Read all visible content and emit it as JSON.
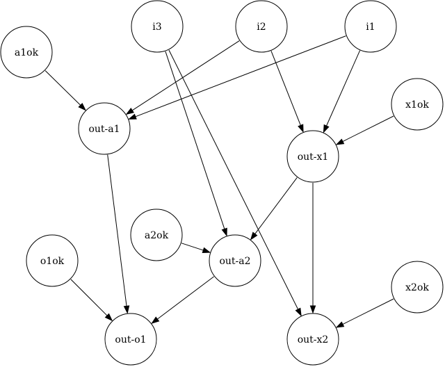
{
  "graph": {
    "nodes": [
      {
        "id": "a1ok",
        "label": "a1ok"
      },
      {
        "id": "i3",
        "label": "i3"
      },
      {
        "id": "i2",
        "label": "i2"
      },
      {
        "id": "i1",
        "label": "i1"
      },
      {
        "id": "x1ok",
        "label": "x1ok"
      },
      {
        "id": "out-a1",
        "label": "out-a1"
      },
      {
        "id": "out-x1",
        "label": "out-x1"
      },
      {
        "id": "a2ok",
        "label": "a2ok"
      },
      {
        "id": "out-a2",
        "label": "out-a2"
      },
      {
        "id": "o1ok",
        "label": "o1ok"
      },
      {
        "id": "x2ok",
        "label": "x2ok"
      },
      {
        "id": "out-o1",
        "label": "out-o1"
      },
      {
        "id": "out-x2",
        "label": "out-x2"
      }
    ],
    "edges": [
      {
        "from": "a1ok",
        "to": "out-a1"
      },
      {
        "from": "i2",
        "to": "out-a1"
      },
      {
        "from": "i1",
        "to": "out-a1"
      },
      {
        "from": "i2",
        "to": "out-x1"
      },
      {
        "from": "i1",
        "to": "out-x1"
      },
      {
        "from": "x1ok",
        "to": "out-x1"
      },
      {
        "from": "i3",
        "to": "out-a2"
      },
      {
        "from": "i3",
        "to": "out-x2"
      },
      {
        "from": "out-x1",
        "to": "out-a2"
      },
      {
        "from": "a2ok",
        "to": "out-a2"
      },
      {
        "from": "out-x1",
        "to": "out-x2"
      },
      {
        "from": "x2ok",
        "to": "out-x2"
      },
      {
        "from": "out-a1",
        "to": "out-o1"
      },
      {
        "from": "out-a2",
        "to": "out-o1"
      },
      {
        "from": "o1ok",
        "to": "out-o1"
      }
    ]
  }
}
